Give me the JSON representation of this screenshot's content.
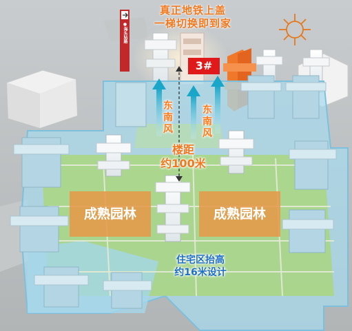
{
  "headline": {
    "line1": "真正地铁上盖",
    "line2": "一梯切换即到家"
  },
  "metro_sign": {
    "text": "●海头站路"
  },
  "building_badge": "3#",
  "wind_left": "东南风",
  "wind_right": "东南风",
  "building_distance": {
    "line1": "楼距",
    "line2": "约100米"
  },
  "garden_left": "成熟园林",
  "garden_right": "成熟园林",
  "elevation_note": {
    "line1": "住宅区抬高",
    "line2": "约16米设计"
  },
  "colors": {
    "accent_orange": "#f0781e",
    "badge_red": "#e01a1a",
    "note_blue": "#1f6fc4",
    "glass_blue": "#9fd3ec"
  },
  "icons": [
    "metro-station-sign",
    "compass-icon",
    "wind-arrow"
  ]
}
